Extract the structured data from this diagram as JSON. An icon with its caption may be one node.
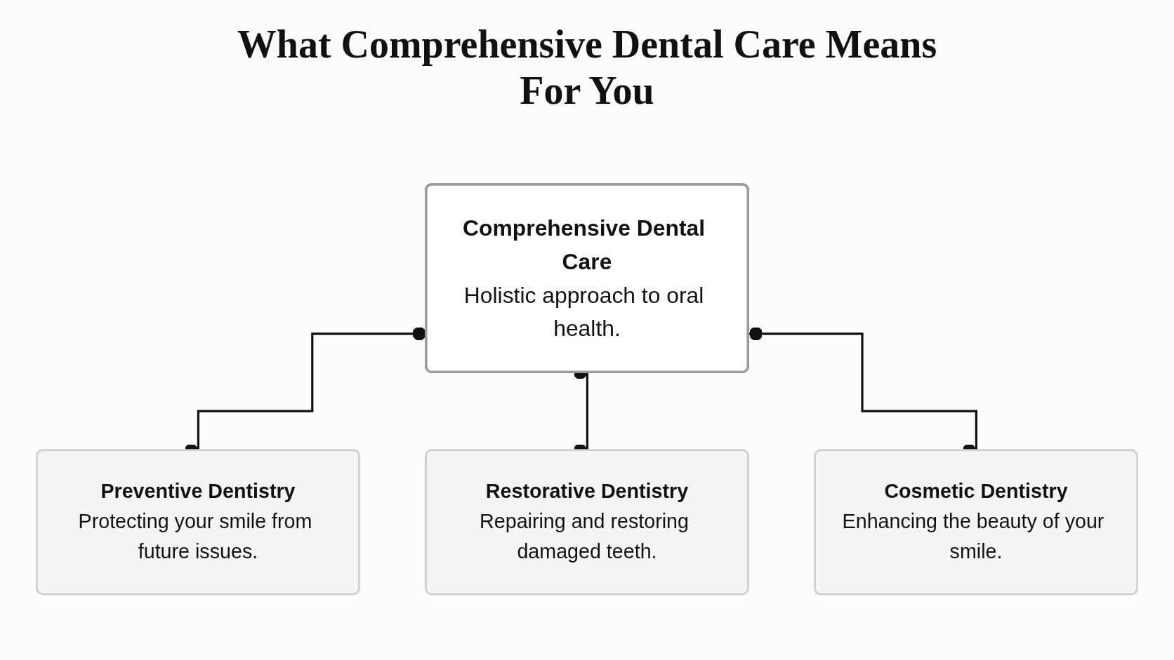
{
  "diagram": {
    "title": "What Comprehensive Dental Care Means For You",
    "nodes": [
      {
        "text": [
          "Comprehensive Dental Care",
          "Holistic approach to oral health."
        ]
      },
      {
        "text": [
          "Preventive Dentistry",
          "Protecting your smile from future issues."
        ]
      },
      {
        "text": [
          "Restorative Dentistry",
          "Repairing and restoring damaged teeth."
        ]
      },
      {
        "text": [
          "Cosmetic Dentistry",
          "Enhancing the beauty of your smile."
        ]
      }
    ],
    "edges": [
      {
        "from": 0,
        "to": 1,
        "arrow": "other"
      },
      {
        "from": 0,
        "to": 2,
        "arrow": "other"
      },
      {
        "from": 0,
        "to": 3,
        "arrow": "other"
      }
    ]
  }
}
